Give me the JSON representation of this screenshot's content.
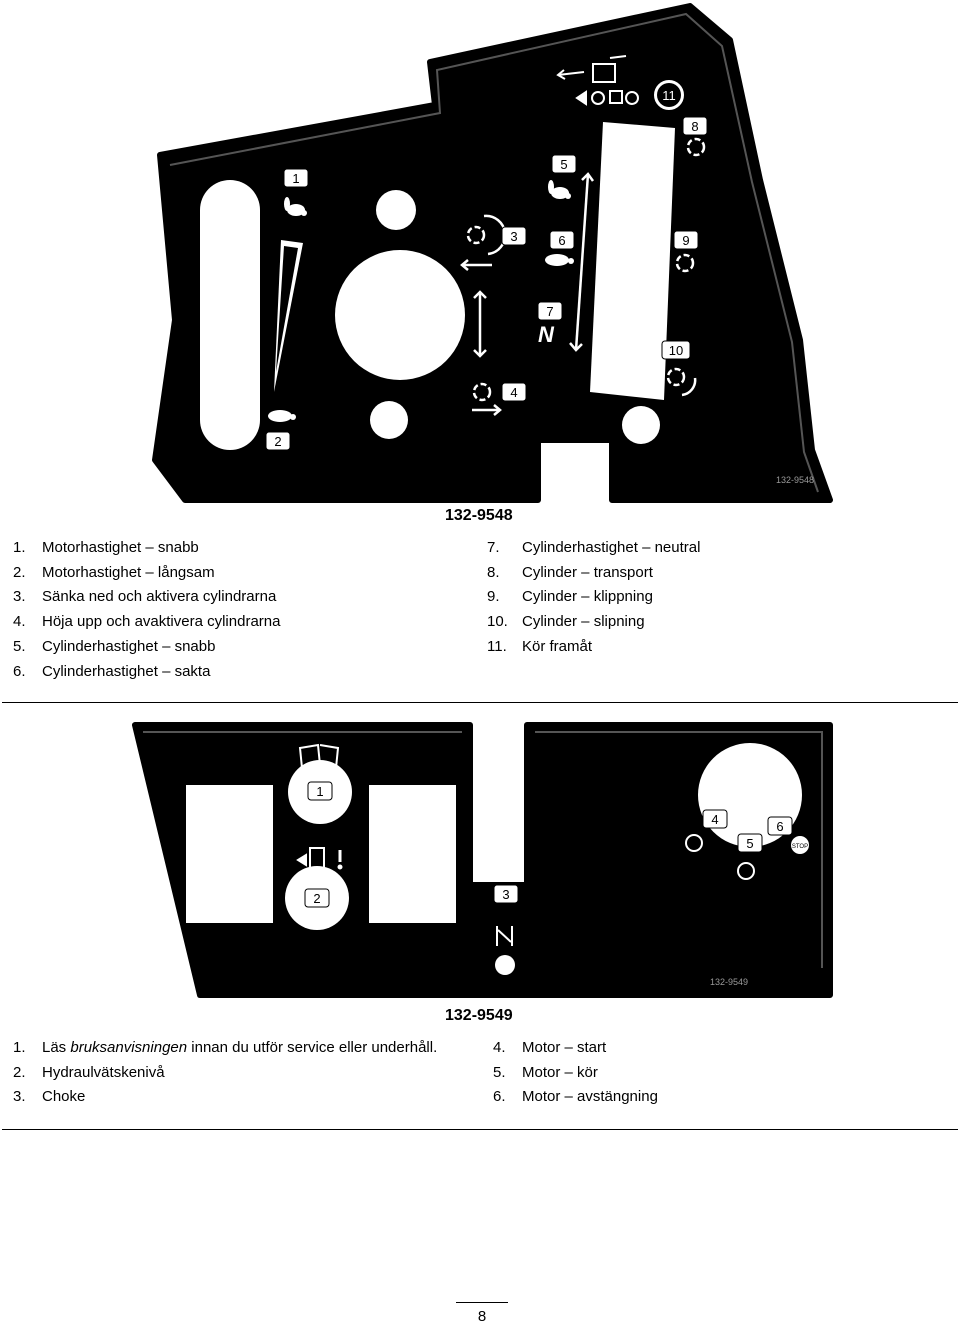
{
  "decal1": {
    "code": "132-9548",
    "small_code": "132-9548",
    "callouts": [
      "1",
      "2",
      "3",
      "4",
      "5",
      "6",
      "7",
      "8",
      "9",
      "10",
      "11"
    ],
    "neutral_glyph": "N",
    "legend_left": [
      {
        "num": "1.",
        "text": "Motorhastighet – snabb"
      },
      {
        "num": "2.",
        "text": "Motorhastighet – långsam"
      },
      {
        "num": "3.",
        "text": "Sänka ned och aktivera cylindrarna"
      },
      {
        "num": "4.",
        "text": "Höja upp och avaktivera cylindrarna"
      },
      {
        "num": "5.",
        "text": "Cylinderhastighet – snabb"
      },
      {
        "num": "6.",
        "text": "Cylinderhastighet – sakta"
      }
    ],
    "legend_right": [
      {
        "num": "7.",
        "text": "Cylinderhastighet – neutral"
      },
      {
        "num": "8.",
        "text": "Cylinder – transport"
      },
      {
        "num": "9.",
        "text": "Cylinder – klippning"
      },
      {
        "num": "10.",
        "text": "Cylinder – slipning"
      },
      {
        "num": "11.",
        "text": "Kör framåt"
      }
    ]
  },
  "decal2": {
    "code": "132-9549",
    "small_code": "132-9549",
    "callouts": [
      "1",
      "2",
      "3",
      "4",
      "5",
      "6"
    ],
    "stop_label": "STOP",
    "legend_left": [
      {
        "num": "1.",
        "pre": "Läs ",
        "em": "bruksanvisningen",
        "post": " innan du utför service eller underhåll."
      },
      {
        "num": "2.",
        "pre": "Hydraulvätskenivå",
        "em": "",
        "post": ""
      },
      {
        "num": "3.",
        "pre": "Choke",
        "em": "",
        "post": ""
      }
    ],
    "legend_right": [
      {
        "num": "4.",
        "text": "Motor – start"
      },
      {
        "num": "5.",
        "text": "Motor – kör"
      },
      {
        "num": "6.",
        "text": "Motor – avstängning"
      }
    ]
  },
  "page_number": "8"
}
